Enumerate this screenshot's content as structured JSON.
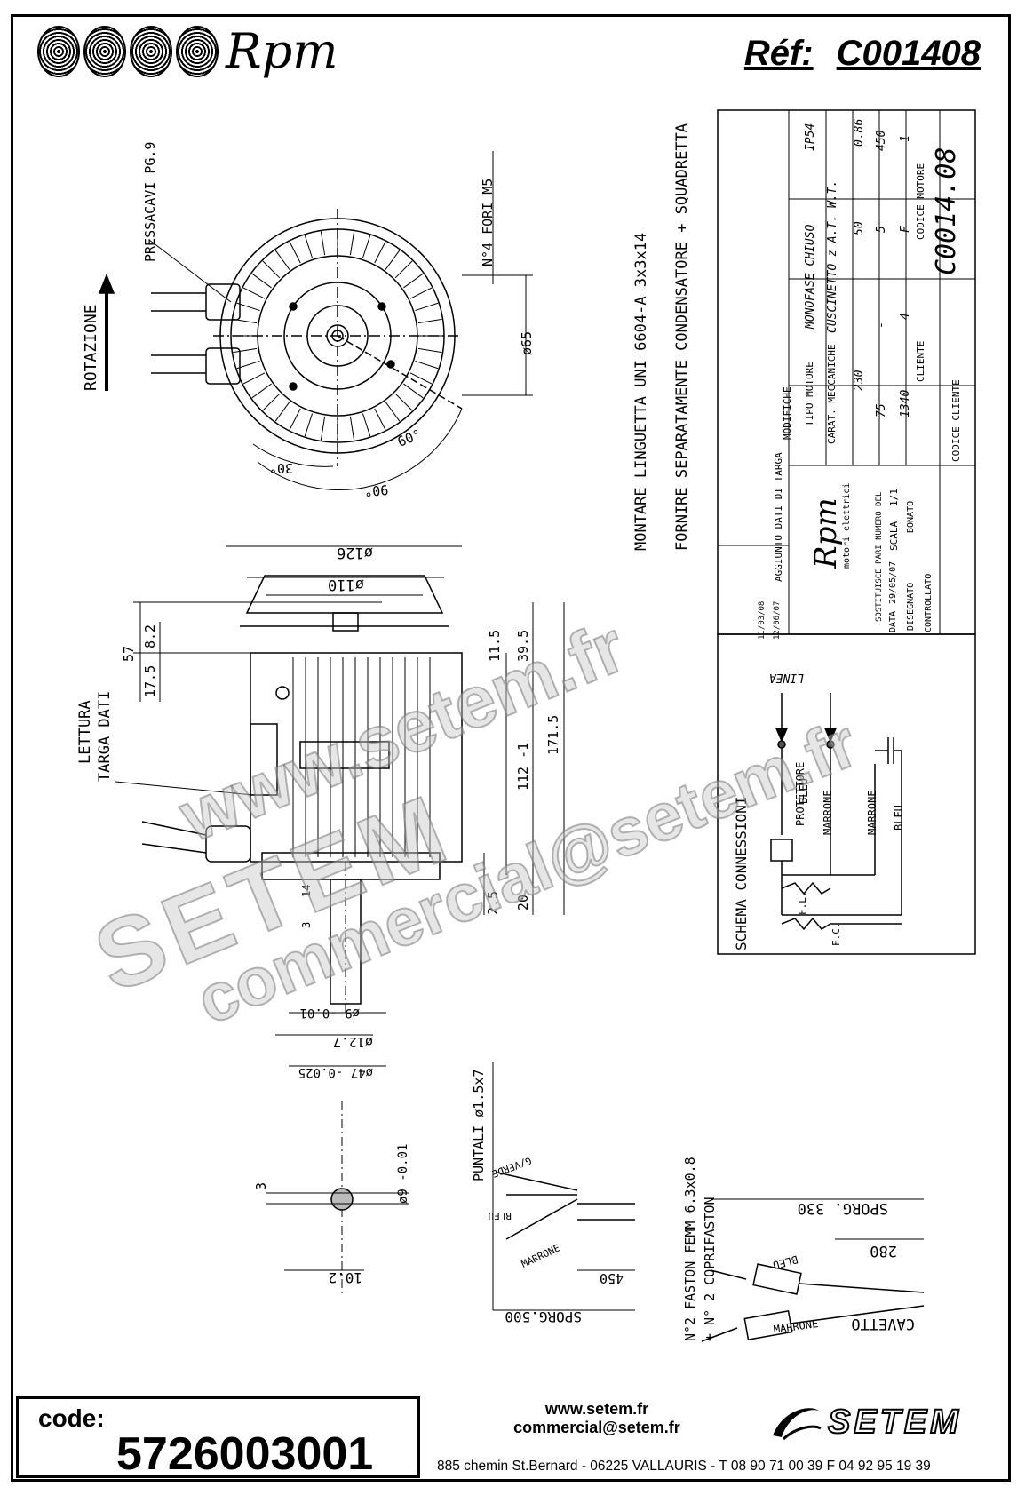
{
  "header": {
    "brand": "Rpm",
    "ref_label": "Réf:",
    "ref_value": "C001408"
  },
  "notes": {
    "line1": "MONTARE  LINGUETTA  UNI 6604-A 3x3x14",
    "line2": "FORNIRE SEPARATAMENTE CONDENSATORE + SQUADRETTA"
  },
  "labels": {
    "rotazione": "ROTAZIONE",
    "pressacavi": "PRESSACAVI  PG.9",
    "fori": "N°4 FORI M5",
    "d65": "ø65",
    "a60": "60°",
    "a30": "30°",
    "a90": "90°",
    "lettura1": "LETTURA",
    "lettura2": "TARGA DATI",
    "d126": "ø126",
    "d110": "ø110",
    "h57": "57",
    "h82": "8.2",
    "h175": "17.5",
    "h115": "11.5",
    "h395": "39.5",
    "h112": "112 -1",
    "h1715": "171.5",
    "h25": "2.5",
    "h20": "20",
    "h14": "14",
    "h3": "3",
    "d9": "ø9 -0.01",
    "d127": "ø12.7",
    "d47": "ø47 -0.025",
    "s3": "3",
    "s9": "ø9 -0.01",
    "s102": "10.2",
    "puntali": "PUNTALI ø1.5x7",
    "gverde": "G/VERDE",
    "bleu": "BLEU",
    "marrone": "MARRONE",
    "l450": "450",
    "sporg500": "SPORG.500",
    "faston1": "N°2 FASTON FEMM 6.3x0.8",
    "faston2": "+ N° 2 COPRIFASTON",
    "sporg330": "SPORG. 330",
    "l280": "280",
    "cavetto": "CAVETTO",
    "schema": "SCHEMA CONNESSIONI",
    "linea": "LINEA",
    "protettore": "PROTETTORE",
    "fl": "F.L.",
    "fc": "F.C."
  },
  "title_block": {
    "tipo_motore_label": "TIPO MOTORE",
    "tipo_motore": "MONOFASE CHIUSO",
    "ip": "IP54",
    "carat_label": "CARAT. MECCANICHE",
    "carat": "CUSCINETTO  z  A.T.  W.T.",
    "volt": "230",
    "hz": "50",
    "amp": "0.86",
    "watt": "75",
    "hp": "-",
    "uf": "5",
    "vc": "450",
    "giri": "1340",
    "poli": "4",
    "cl": "F",
    "vel": "1",
    "cliente_label": "CLIENTE",
    "codice_motore_label": "CODICE MOTORE",
    "codice_motore": "C0014.08",
    "codice_cliente_label": "CODICE CLIENTE",
    "modifiche": "MODIFICHE",
    "rev1": "AGGIUNTO DATI DI TARGA",
    "rev1_date": "12/06/07",
    "rev2_date": "11/03/08",
    "sostituisce": "SOSTITUISCE PARI NUMERO DEL",
    "scala_label": "SCALA",
    "scala": "1/1",
    "data_label": "DATA",
    "data": "29/05/07",
    "disegnato": "DISEGNATO",
    "bonato": "BONATO",
    "controllato": "CONTROLLATO",
    "logo_sub": "motori elettrici"
  },
  "watermark": {
    "w1": "www.setem.fr",
    "w2": "SETEM",
    "w3": "commercial@setem.fr"
  },
  "footer": {
    "code_label": "code:",
    "code_value": "5726003001",
    "website": "www.setem.fr",
    "email": "commercial@setem.fr",
    "address": "885 chemin St.Bernard  -  06225 VALLAURIS  -  T 08 90 71 00 39   F 04 92 95 19 39",
    "logo_text": "SETEM"
  }
}
